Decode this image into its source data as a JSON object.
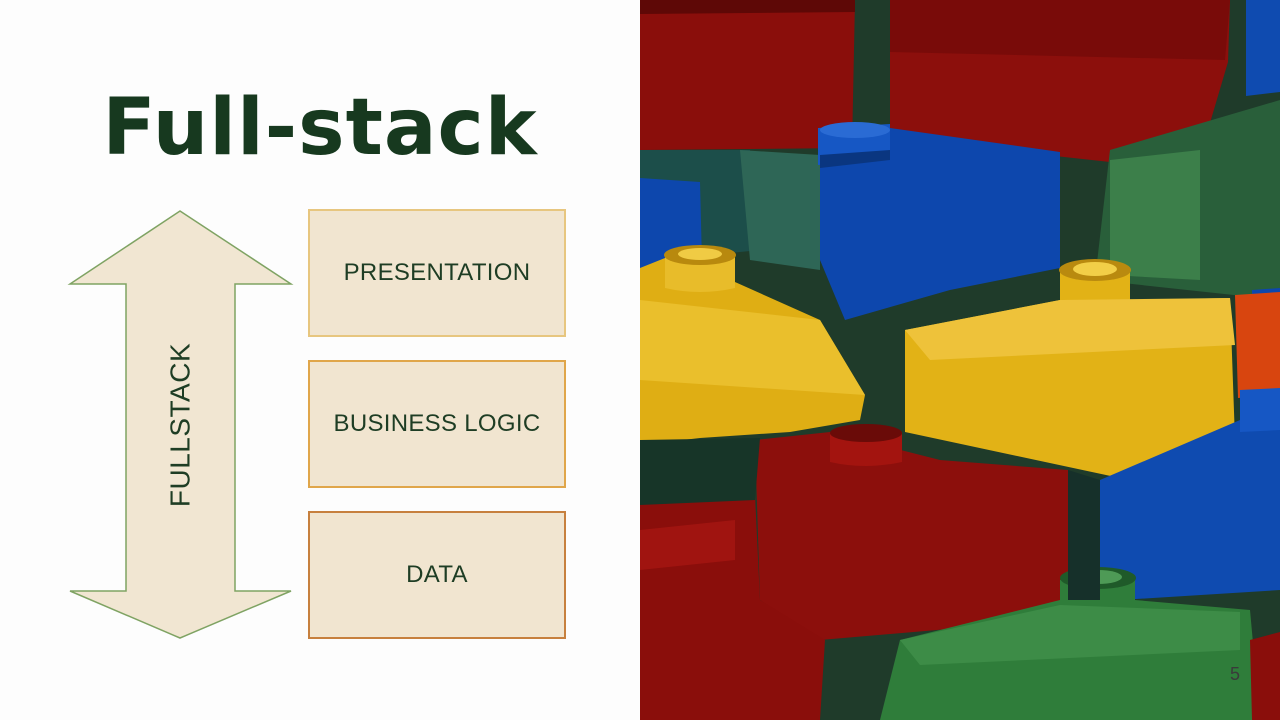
{
  "slide": {
    "title": "Full-stack",
    "arrow_label": "FULLSTACK",
    "layers": [
      "PRESENTATION",
      "BUSINESS LOGIC",
      "DATA"
    ],
    "slide_number": "5"
  },
  "colors": {
    "title": "#17391f",
    "arrow_fill": "#f1e6d2",
    "arrow_stroke": "#7fa363",
    "box_fill": "#f1e5d0",
    "brick_red": "#8c0f0c",
    "brick_blue": "#0f4bb0",
    "brick_yellow": "#e2b216",
    "brick_green": "#2d7a36",
    "photo_background": "#1f3b2a"
  },
  "image": {
    "description_icon": "toy-bricks-photo"
  }
}
